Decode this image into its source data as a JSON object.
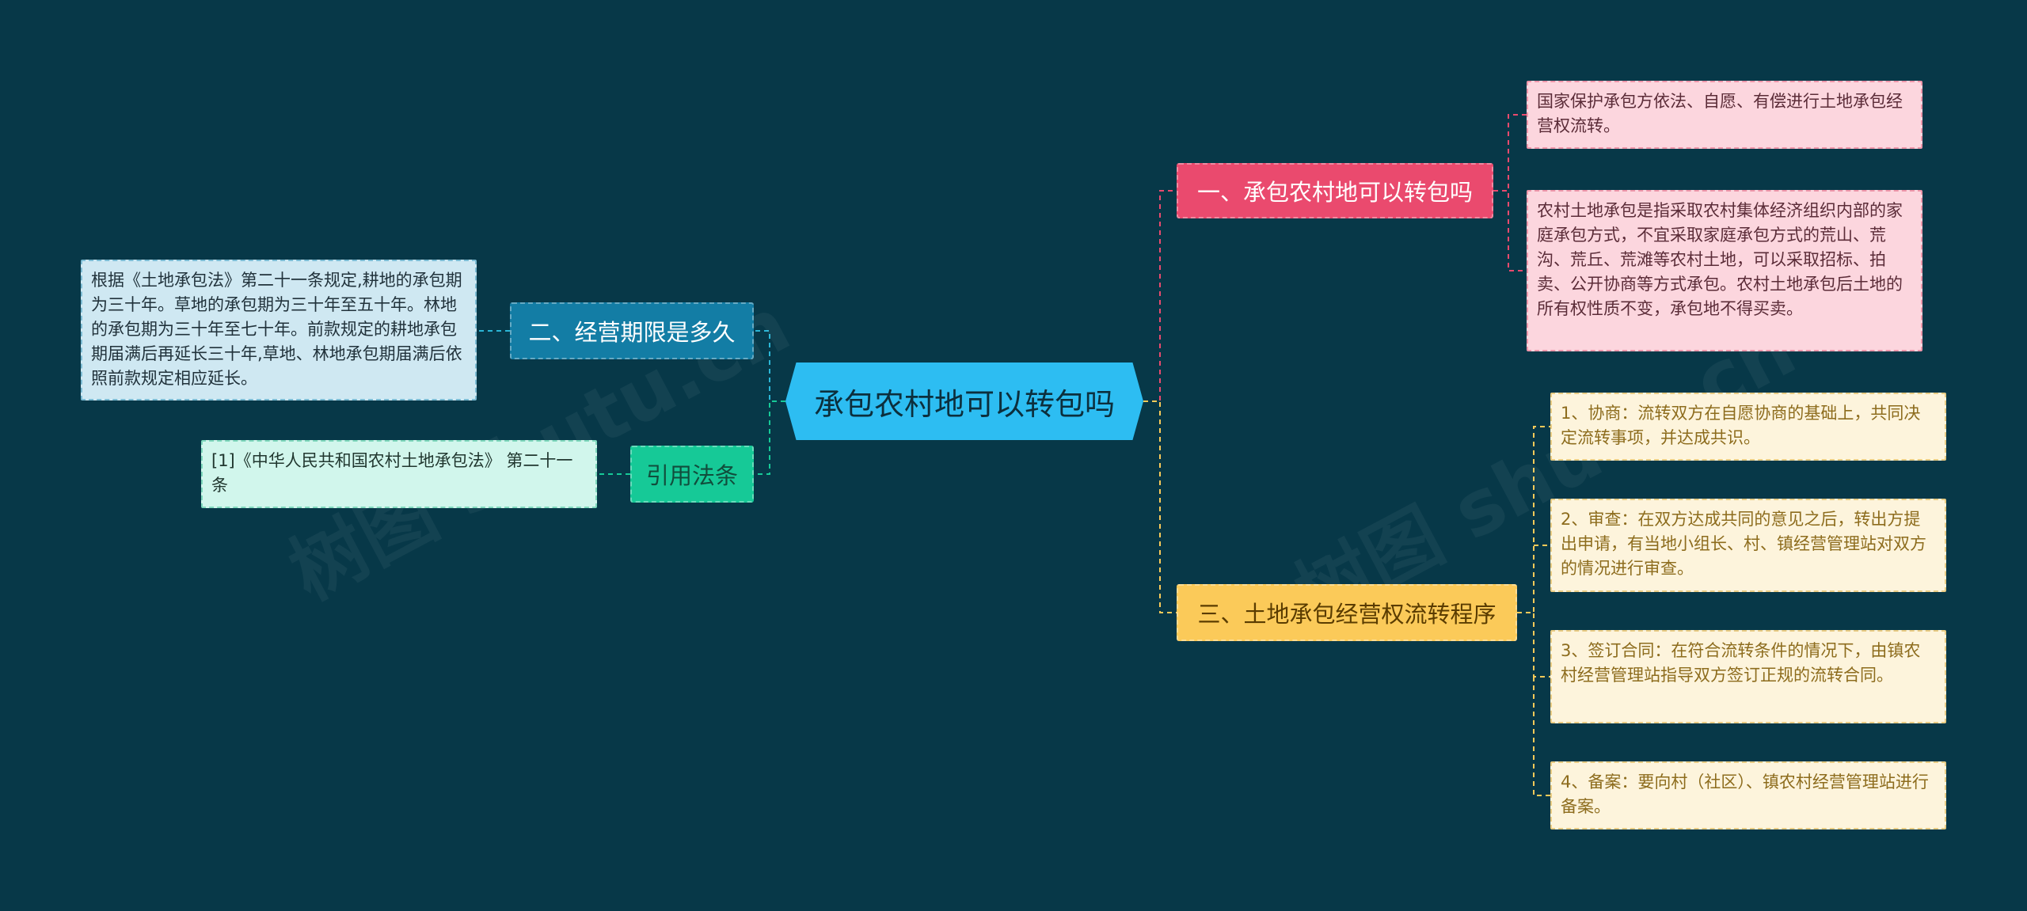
{
  "central": "承包农村地可以转包吗",
  "branches": {
    "b1": "一、承包农村地可以转包吗",
    "b2": "二、经营期限是多久",
    "b3": "引用法条",
    "b4": "三、土地承包经营权流转程序"
  },
  "leaves": {
    "b1_1": "国家保护承包方依法、自愿、有偿进行土地承包经营权流转。",
    "b1_2": "农村土地承包是指采取农村集体经济组织内部的家庭承包方式，不宜采取家庭承包方式的荒山、荒沟、荒丘、荒滩等农村土地，可以采取招标、拍卖、公开协商等方式承包。农村土地承包后土地的所有权性质不变，承包地不得买卖。",
    "b2_1": "根据《土地承包法》第二十一条规定,耕地的承包期为三十年。草地的承包期为三十年至五十年。林地的承包期为三十年至七十年。前款规定的耕地承包期届满后再延长三十年,草地、林地承包期届满后依照前款规定相应延长。",
    "b3_1": "[1]《中华人民共和国农村土地承包法》 第二十一条",
    "b4_1": "1、协商：流转双方在自愿协商的基础上，共同决定流转事项，并达成共识。",
    "b4_2": "2、审查：在双方达成共同的意见之后，转出方提出申请，有当地小组长、村、镇经营管理站对双方的情况进行审查。",
    "b4_3": "3、签订合同：在符合流转条件的情况下，由镇农村经营管理站指导双方签订正规的流转合同。",
    "b4_4": "4、备案：要向村（社区）、镇农村经营管理站进行备案。"
  },
  "watermark": [
    "树图 shutu.cn",
    "树图 shutu.cn"
  ],
  "colors": {
    "background": "#073848",
    "central": "#2dbdf2",
    "branch_pink": "#ea4a6e",
    "branch_blue": "#137da5",
    "branch_green": "#16c997",
    "branch_yellow": "#fbca59"
  }
}
